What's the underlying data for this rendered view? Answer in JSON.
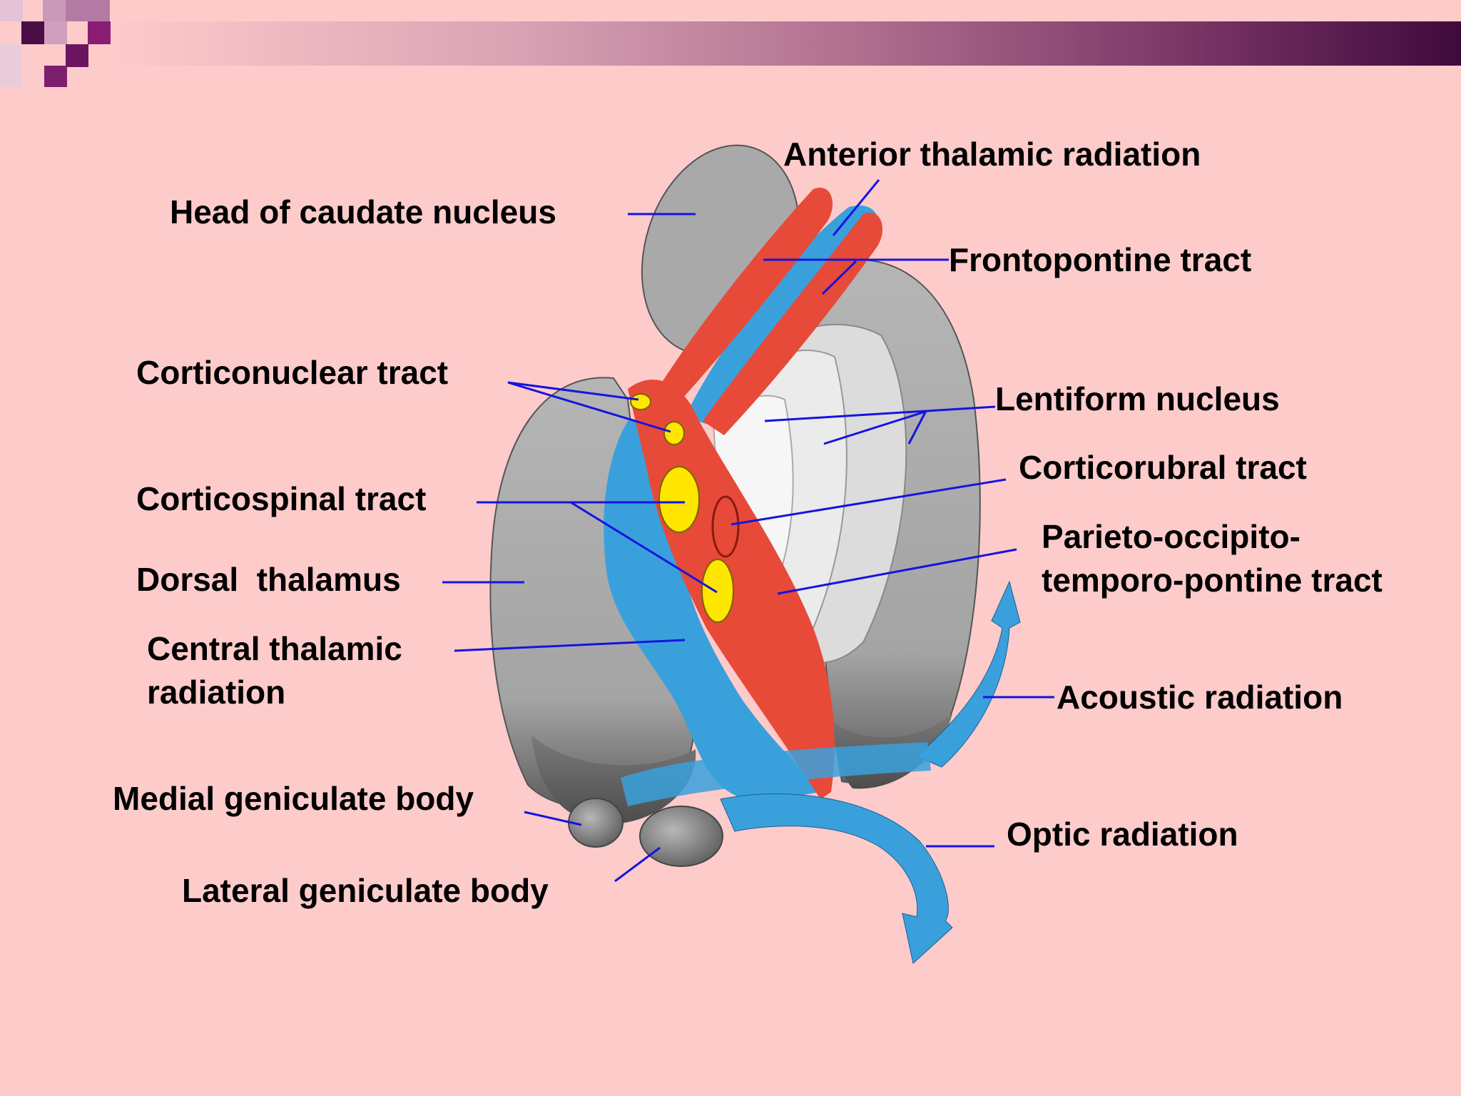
{
  "slide": {
    "labels": {
      "anterior_thalamic_radiation": "Anterior thalamic radiation",
      "head_of_caudate_nucleus": "Head of caudate nucleus",
      "frontopontine_tract": "Frontopontine tract",
      "corticonuclear_tract": "Corticonuclear tract",
      "lentiform_nucleus": "Lentiform nucleus",
      "corticorubral_tract": "Corticorubral tract",
      "corticospinal_tract": "Corticospinal tract",
      "parieto_line1": "Parieto-occipito-",
      "parieto_line2": "temporo-pontine tract",
      "dorsal_thalamus": "Dorsal  thalamus",
      "central_thalamic_line1": "Central thalamic",
      "central_thalamic_line2": "radiation",
      "acoustic_radiation": "Acoustic radiation",
      "medial_geniculate_body": "Medial geniculate body",
      "optic_radiation": "Optic radiation",
      "lateral_geniculate_body": "Lateral geniculate body"
    }
  },
  "colors": {
    "background": "#fecbcb",
    "gray_structure": "#a8a8a8",
    "dark_gray": "#6e6e6e",
    "white_region": "#efefef",
    "red_fibers": "#e74a38",
    "blue_fibers": "#3aa0dc",
    "yellow_bundles": "#ffe600",
    "leader_lines": "#1414e0",
    "header_dark": "#3f0a3c",
    "header_mid": "#9d4b80"
  }
}
